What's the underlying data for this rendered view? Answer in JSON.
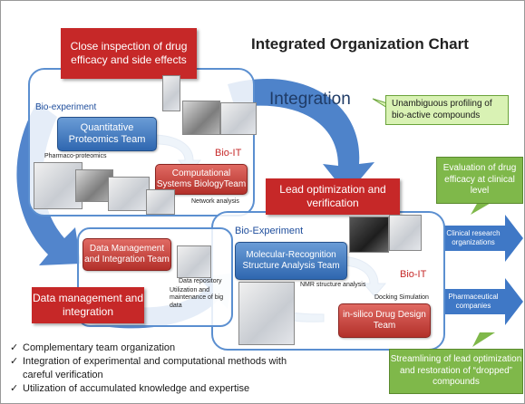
{
  "title": "Integrated Organization Chart",
  "integration_label": "Integration",
  "callouts": {
    "unambiguous": "Unambiguous profiling of bio-active compounds",
    "evaluation": "Evaluation of drug efficacy at clinical level",
    "streamlining": "Streamlining of lead optimization and restoration of “dropped” compounds"
  },
  "red_headers": {
    "close_inspection": "Close inspection of drug efficacy and side effects",
    "lead_optimization": "Lead optimization and verification",
    "data_management": "Data management and integration"
  },
  "top_group": {
    "bio_experiment_label": "Bio-experiment",
    "bio_it_label": "Bio-IT",
    "proteomics_team": "Quantitative Proteomics Team",
    "pharmaco_proteomics": "Pharmaco-proteomics",
    "systems_biology_team": "Computational Systems BiologyTeam",
    "network_analysis": "Network analysis"
  },
  "bottom_group": {
    "bio_experiment_label": "Bio-Experiment",
    "bio_it_label": "Bio-IT",
    "molecular_team": "Molecular-Recognition Structure Analysis Team",
    "nmr_analysis": "NMR structure analysis",
    "docking_simulation": "Docking Simulation",
    "insilico_team": "in-silico Drug Design Team"
  },
  "data_group": {
    "data_team": "Data Management and Integration Team",
    "data_repository": "Data repository",
    "utilization_note": "Utilization and maintenance of big data"
  },
  "targets": {
    "clinical": "Clinical research organizations",
    "pharma": "Pharmaceutical companies"
  },
  "bullets": [
    "Complementary team organization",
    "Integration of experimental and computational methods with careful verification",
    "Utilization of accumulated knowledge and expertise"
  ],
  "check_glyph": "✓",
  "colors": {
    "red": "#c62828",
    "blue": "#2f67b0",
    "arrow_blue": "#3f78c6",
    "green": "#7fb84a"
  }
}
